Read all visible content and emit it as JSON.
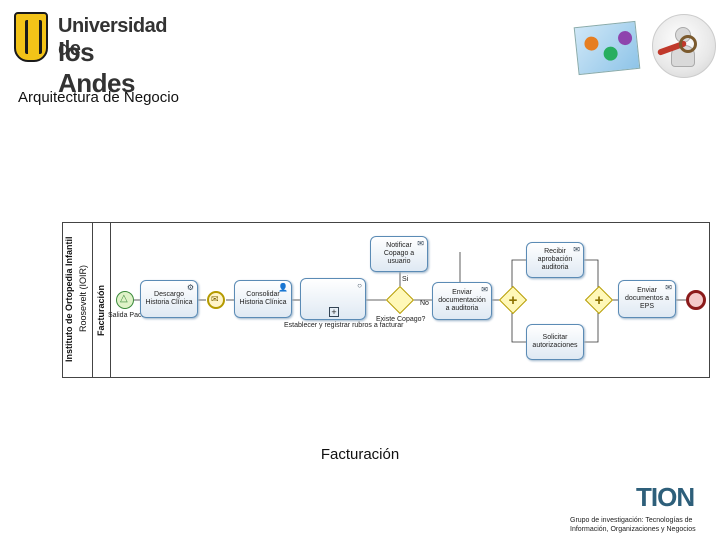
{
  "header": {
    "logo_line1": "Universidad de",
    "logo_line2": "los Andes",
    "subtitle": "Arquitectura de Negocio"
  },
  "diagram": {
    "pool_label": "Instituto de Ortopedia Infantil",
    "pool_label2": "Roosevelt (IOIR)",
    "lane_label": "Facturación",
    "tasks": {
      "descargo": "Descargo Historia Clínica",
      "consolidar": "Consolidar Historia Clínica",
      "notificar": "Notificar Copago a usuario",
      "enviar_doc": "Enviar documentación a auditoria",
      "recibir": "Recibir aprobación auditoria",
      "solicitar": "Solicitar autorizaciones",
      "enviar_eps": "Enviar documentos a EPS"
    },
    "labels": {
      "salida": "Salida Paciente",
      "subprocess": "Establecer y registrar rubros a facturar",
      "existe": "Existe Copago?",
      "si": "Si",
      "no": "No"
    },
    "colors": {
      "task_border": "#5b8bb5",
      "gateway_fill": "#fff8b8",
      "start_stroke": "#3a8a3a",
      "end_stroke": "#8b1a1a"
    }
  },
  "caption": "Facturación",
  "footer": {
    "brand": "TION",
    "text": "Grupo de investigación: Tecnologías de Información, Organizaciones y Negocios"
  }
}
